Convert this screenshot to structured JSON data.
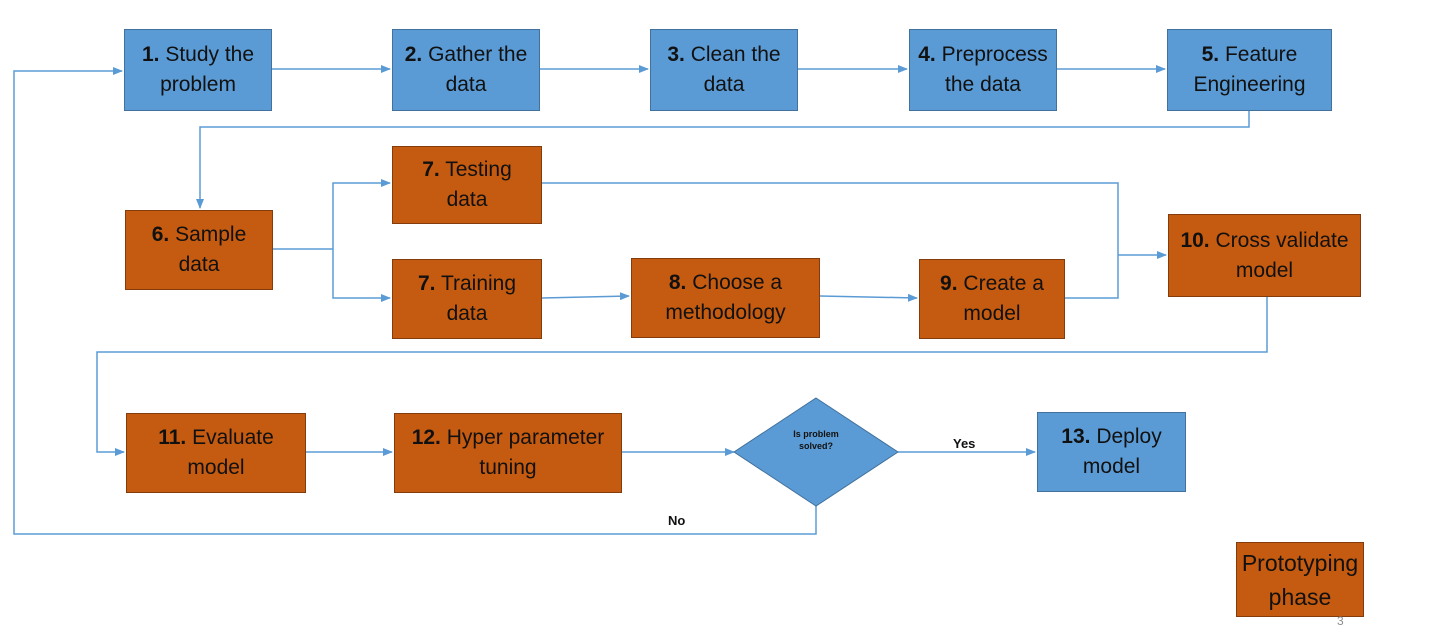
{
  "nodes": [
    {
      "id": "n1",
      "num": "1.",
      "text": "Study the problem",
      "color": "#5b9bd5"
    },
    {
      "id": "n2",
      "num": "2.",
      "text": "Gather the data",
      "color": "#5b9bd5"
    },
    {
      "id": "n3",
      "num": "3.",
      "text": "Clean the data",
      "color": "#5b9bd5"
    },
    {
      "id": "n4",
      "num": "4.",
      "text": "Preprocess the data",
      "color": "#5b9bd5"
    },
    {
      "id": "n5",
      "num": "5.",
      "text": "Feature Engineering",
      "color": "#5b9bd5"
    },
    {
      "id": "n6",
      "num": "6.",
      "text": "Sample data",
      "color": "#c55a11"
    },
    {
      "id": "n7a",
      "num": "7.",
      "text": "Testing data",
      "color": "#c55a11"
    },
    {
      "id": "n7b",
      "num": "7.",
      "text": "Training data",
      "color": "#c55a11"
    },
    {
      "id": "n8",
      "num": "8.",
      "text": "Choose a methodology",
      "color": "#c55a11"
    },
    {
      "id": "n9",
      "num": "9.",
      "text": "Create a model",
      "color": "#c55a11"
    },
    {
      "id": "n10",
      "num": "10.",
      "text": "Cross validate model",
      "color": "#c55a11"
    },
    {
      "id": "n11",
      "num": "11.",
      "text": "Evaluate model",
      "color": "#c55a11"
    },
    {
      "id": "n12",
      "num": "12.",
      "text": "Hyper parameter tuning",
      "color": "#c55a11"
    },
    {
      "id": "n13",
      "num": "13.",
      "text": "Deploy model",
      "color": "#5b9bd5"
    }
  ],
  "decision": {
    "text": "Is problem solved?"
  },
  "edge_labels": {
    "yes": "Yes",
    "no": "No"
  },
  "legend": {
    "text": "Prototyping phase",
    "color": "#c55a11"
  },
  "page_number": "3",
  "colors": {
    "line": "#5b9bd5",
    "blue": "#5b9bd5",
    "orange": "#c55a11"
  }
}
